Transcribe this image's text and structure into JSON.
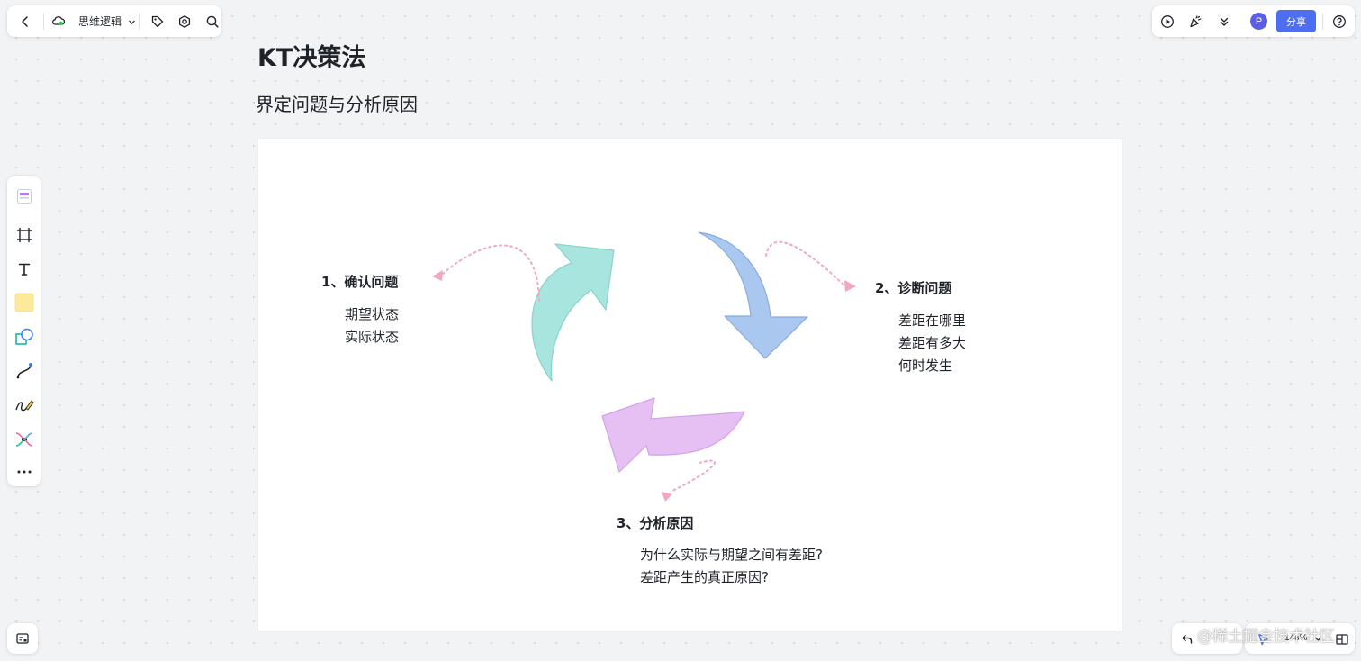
{
  "header": {
    "doc_name": "思维逻辑",
    "share_label": "分享",
    "avatar_initial": "P"
  },
  "canvas": {
    "title": "KT决策法",
    "subtitle": "界定问题与分析原因"
  },
  "steps": [
    {
      "title": "1、确认问题",
      "lines": [
        "期望状态",
        "实际状态"
      ]
    },
    {
      "title": "2、诊断问题",
      "lines": [
        "差距在哪里",
        "差距有多大",
        "何时发生"
      ]
    },
    {
      "title": "3、分析原因",
      "lines": [
        "为什么实际与期望之间有差距?",
        "差距产生的真正原因?"
      ]
    }
  ],
  "colors": {
    "accent": "#4e6ef2",
    "arrow_teal": "#a8e5df",
    "arrow_blue": "#a9c7ef",
    "arrow_purple": "#e6bff3",
    "connector_pink": "#f2a8c0"
  },
  "footer": {
    "zoom": "148%",
    "watermark": "@稀土掘金技术社区"
  },
  "icons": {
    "left_toolbar": [
      "back-icon",
      "cloud-icon",
      "tag-icon",
      "settings-icon",
      "search-icon"
    ],
    "right_toolbar": [
      "play-icon",
      "celebrate-icon",
      "collapse-icon",
      "help-icon"
    ],
    "tools": [
      "template-icon",
      "frame-icon",
      "text-icon",
      "sticky-note-icon",
      "shape-icon",
      "connector-icon",
      "pen-icon",
      "mindmap-icon",
      "more-icon"
    ]
  }
}
